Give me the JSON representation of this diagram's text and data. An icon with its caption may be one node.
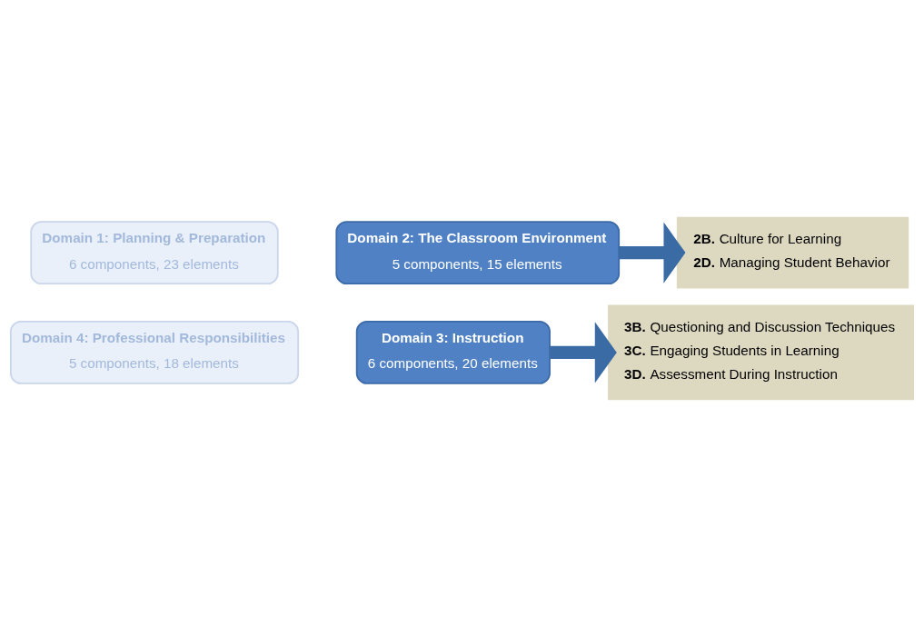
{
  "diagram": {
    "nodes": [
      {
        "text": [
          "Domain 1: Planning & Preparation",
          "6 components, 23 elements"
        ]
      },
      {
        "text": [
          "Domain 2: The Classroom Environment",
          "5 components, 15 elements"
        ]
      },
      {
        "text": [
          "**2B.** Culture for Learning",
          "**2D.** Managing Student Behavior"
        ]
      },
      {
        "text": [
          "Domain 4: Professional Responsibilities",
          "5 components, 18 elements"
        ]
      },
      {
        "text": [
          "Domain 3: Instruction",
          "6 components, 20 elements"
        ]
      },
      {
        "text": [
          "**3B.** Questioning and Discussion Techniques",
          "**3C.** Engaging Students in Learning",
          "**3D.** Assessment During Instruction"
        ]
      }
    ],
    "edges": [
      {
        "from": 1,
        "to": 2,
        "arrow": "to"
      },
      {
        "from": 4,
        "to": 5,
        "arrow": "to"
      }
    ]
  }
}
